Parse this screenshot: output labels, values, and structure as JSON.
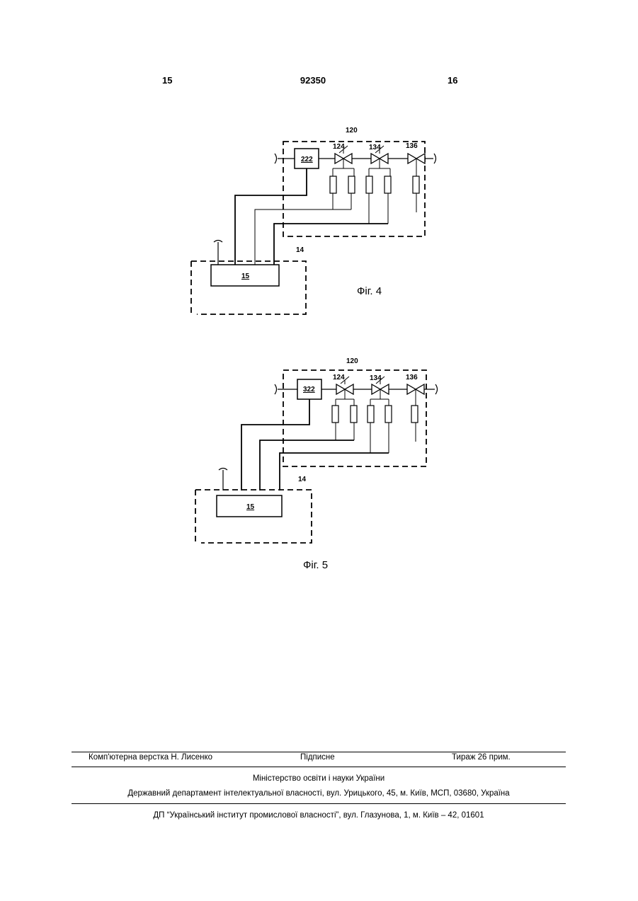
{
  "header": {
    "page_left": "15",
    "patent_number": "92350",
    "page_right": "16"
  },
  "figure4": {
    "caption": "Фіг. 4",
    "label_group": "120",
    "label_block": "222",
    "label_valve_a": "124",
    "label_valve_b": "134",
    "label_valve_c": "136",
    "label_zone": "14",
    "label_controller": "15"
  },
  "figure5": {
    "caption": "Фіг. 5",
    "label_group": "120",
    "label_block": "322",
    "label_valve_a": "124",
    "label_valve_b": "134",
    "label_valve_c": "136",
    "label_zone": "14",
    "label_controller": "15"
  },
  "footer": {
    "typesetting": "Комп'ютерна верстка Н. Лисенко",
    "signed": "Підписне",
    "circulation": "Тираж 26 прим.",
    "ministry": "Міністерство освіти і науки України",
    "department": "Державний департамент інтелектуальної власності, вул. Урицького, 45, м. Київ, МСП, 03680, Україна",
    "institute": "ДП “Український інститут промислової власності”, вул. Глазунова, 1, м. Київ – 42, 01601"
  }
}
